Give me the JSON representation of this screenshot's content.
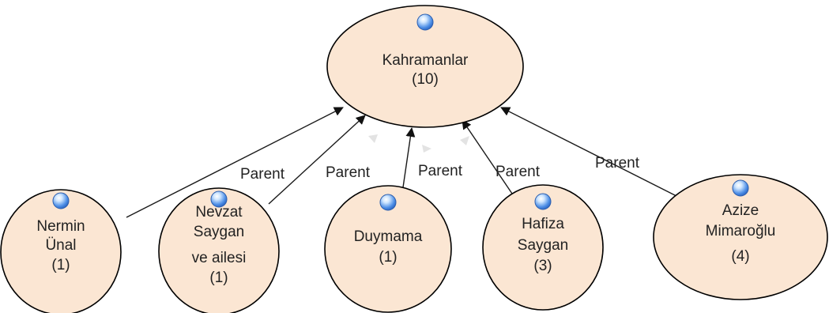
{
  "colors": {
    "node_fill": "#fbe6d3",
    "node_stroke": "#000000",
    "edge": "#1a1a1a",
    "icon_blue": "#4d8ee6"
  },
  "icon": "blue-sphere-icon",
  "root": {
    "lines": [
      "Kahramanlar",
      "(10)"
    ]
  },
  "children": [
    {
      "lines": [
        "Nermin",
        "Ünal",
        "(1)"
      ],
      "edge_label": "Parent"
    },
    {
      "lines": [
        "Nevzat",
        "Saygan",
        "ve ailesi",
        "(1)"
      ],
      "edge_label": "Parent"
    },
    {
      "lines": [
        "Duymama",
        "(1)"
      ],
      "edge_label": "Parent"
    },
    {
      "lines": [
        "Hafiza",
        "Saygan",
        "(3)"
      ],
      "edge_label": "Parent"
    },
    {
      "lines": [
        "Azize",
        "Mimaroğlu",
        "(4)"
      ],
      "edge_label": "Parent"
    }
  ]
}
